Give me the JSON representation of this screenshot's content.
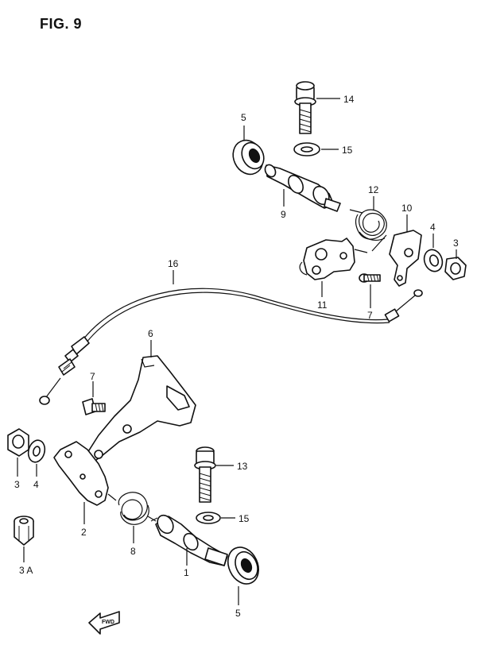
{
  "title": "FIG. 9",
  "fwd_label": "FWD",
  "callouts": {
    "c14": "14",
    "c5a": "5",
    "c15a": "15",
    "c9": "9",
    "c12": "12",
    "c10": "10",
    "c4a": "4",
    "c3a": "3",
    "c16": "16",
    "c11": "11",
    "c7a": "7",
    "c6": "6",
    "c7b": "7",
    "c3b": "3",
    "c4b": "4",
    "c13": "13",
    "c2": "2",
    "c15b": "15",
    "c8": "8",
    "c1": "1",
    "c3A": "3 A",
    "c5b": "5"
  }
}
